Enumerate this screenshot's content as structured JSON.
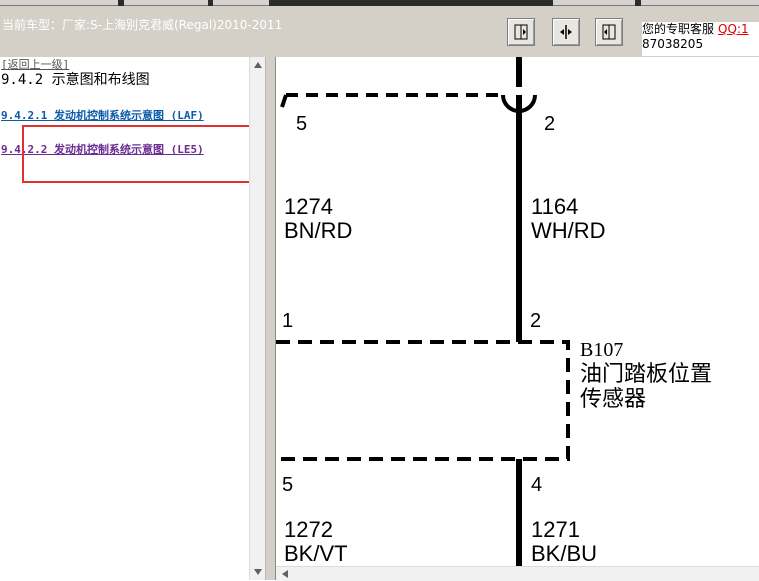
{
  "header": {
    "vehicle_label": "当前车型：厂家:S-上海别克君威(Regal)2010-2011",
    "service_label": "您的专职客服",
    "service_qq": "QQ:1",
    "service_number": "87038205",
    "toolbar_buttons": [
      "collapse-left-icon",
      "split-view-icon",
      "collapse-right-icon"
    ]
  },
  "left_pane": {
    "back_link": "[返回上一级]",
    "section_title": "9.4.2 示意图和布线图",
    "links": [
      "9.4.2.1 发动机控制系统示意图 (LAF)",
      "9.4.2.2 发动机控制系统示意图 (LE5)"
    ],
    "highlight_color": "#e03030"
  },
  "diagram": {
    "component_code": "B107",
    "component_name_line1": "油门踏板位置",
    "component_name_line2": "传感器",
    "top_pins": [
      {
        "pin": "5",
        "circuit": "1274",
        "color": "BN/RD"
      },
      {
        "pin": "2",
        "circuit": "1164",
        "color": "WH/RD"
      }
    ],
    "connector_top_pins": [
      "1",
      "2"
    ],
    "bottom_pins": [
      {
        "pin": "5",
        "circuit": "1272",
        "color": "BK/VT"
      },
      {
        "pin": "4",
        "circuit": "1271",
        "color": "BK/BU"
      }
    ]
  },
  "colors": {
    "header_bg": "#d4d0c8",
    "link_visited": "#6a2c91",
    "link": "#0b5ba8"
  }
}
